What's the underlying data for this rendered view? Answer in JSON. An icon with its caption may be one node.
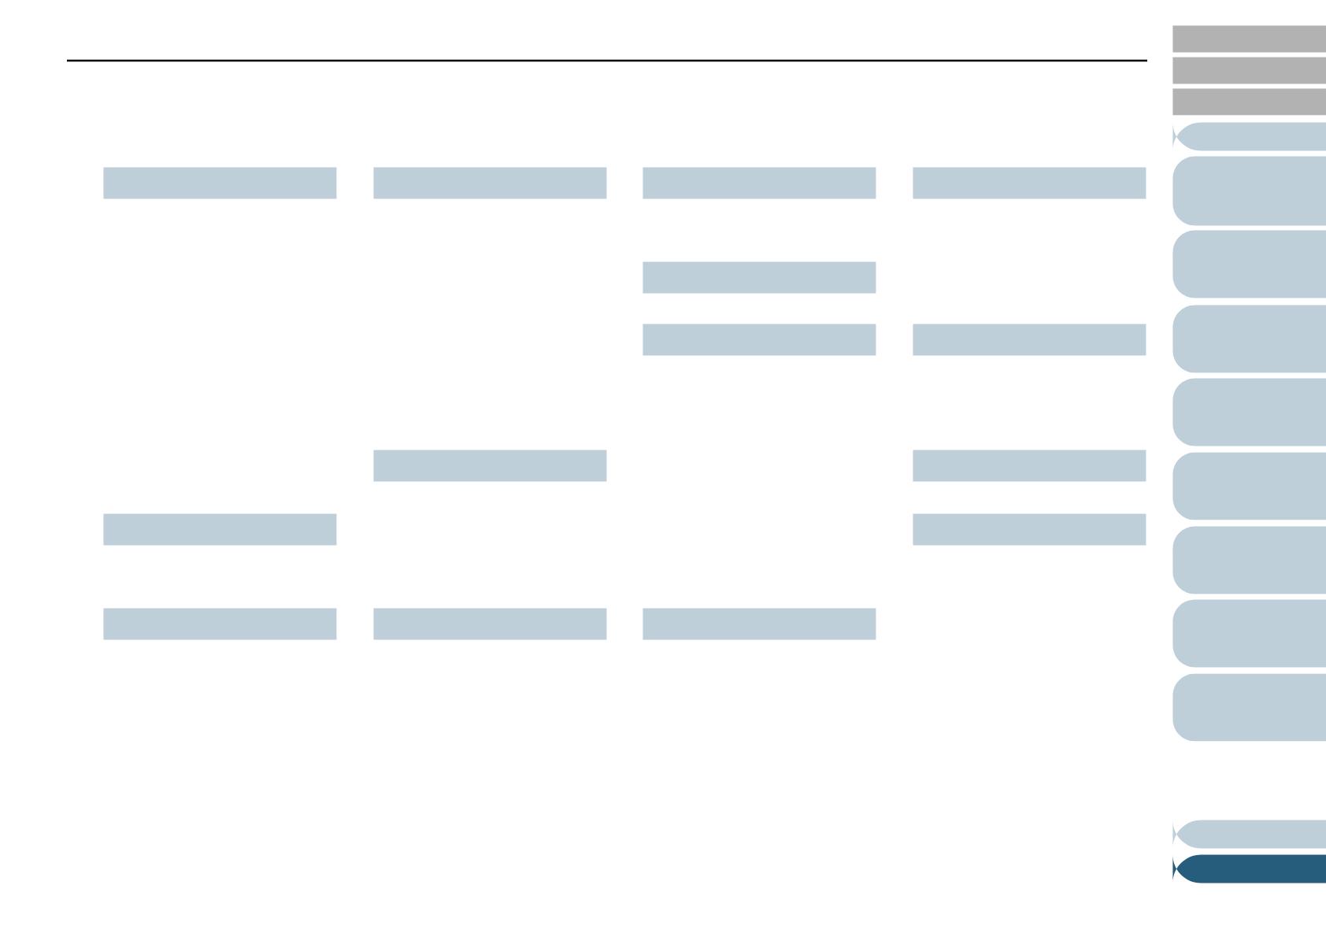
{
  "diagram": {
    "nodes": [
      {
        "text": [],
        "shape": "box"
      },
      {
        "text": [],
        "shape": "box"
      },
      {
        "text": [],
        "shape": "box"
      },
      {
        "text": [],
        "shape": "box"
      },
      {
        "text": [],
        "shape": "box"
      },
      {
        "text": [],
        "shape": "box"
      },
      {
        "text": [],
        "shape": "box"
      },
      {
        "text": [],
        "shape": "box"
      },
      {
        "text": [],
        "shape": "box"
      },
      {
        "text": [],
        "shape": "box"
      },
      {
        "text": [],
        "shape": "box"
      },
      {
        "text": [],
        "shape": "box"
      },
      {
        "text": [],
        "shape": "box"
      },
      {
        "text": [],
        "shape": "box"
      },
      {
        "text": [],
        "shape": "tab"
      },
      {
        "text": [],
        "shape": "tab"
      },
      {
        "text": [],
        "shape": "tab"
      },
      {
        "text": [],
        "shape": "tab"
      },
      {
        "text": [],
        "shape": "tab"
      },
      {
        "text": [],
        "shape": "tab"
      },
      {
        "text": [],
        "shape": "tab"
      },
      {
        "text": [],
        "shape": "tab"
      },
      {
        "text": [],
        "shape": "tab"
      },
      {
        "text": [],
        "shape": "tab"
      },
      {
        "text": [],
        "shape": "tab"
      },
      {
        "text": [],
        "shape": "tab"
      },
      {
        "text": [],
        "shape": "tab"
      },
      {
        "text": [],
        "shape": "tab"
      }
    ]
  }
}
